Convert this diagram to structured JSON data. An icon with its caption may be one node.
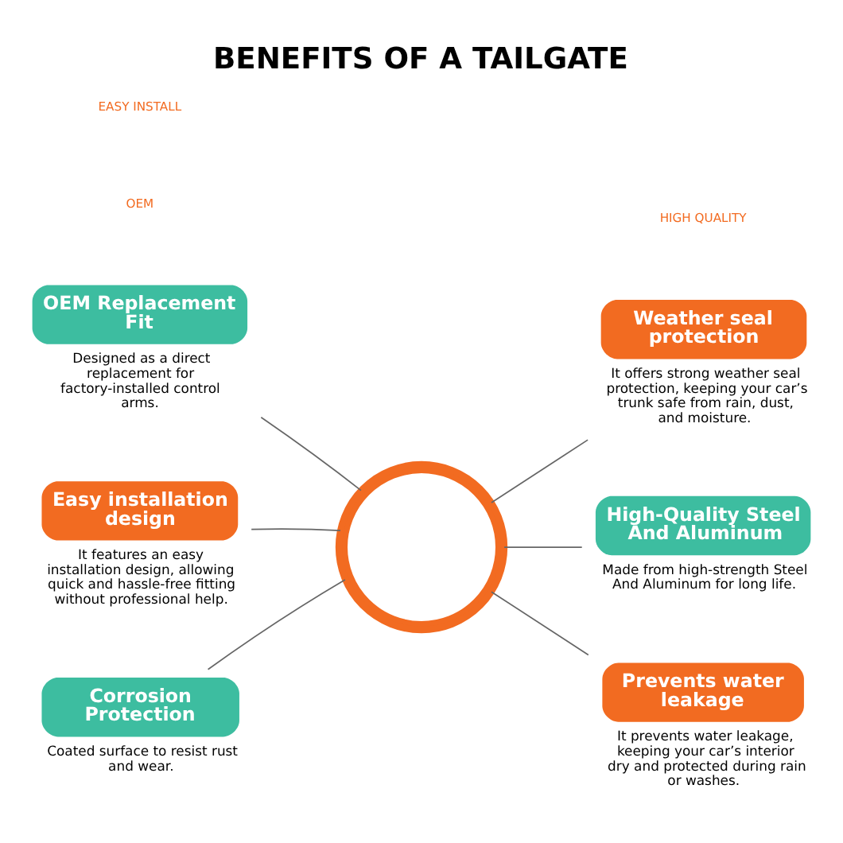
{
  "diagram": {
    "title": "BENEFITS OF A TAILGATE",
    "nodes": [
      {
        "text": [],
        "shape": "picture"
      },
      {
        "text": [
          "OEM Replacement Fit"
        ],
        "beside": [
          "Designed as a direct replacement for factory-installed control arms."
        ]
      },
      {
        "text": [
          "Weather seal protection"
        ],
        "beside": [
          "It offers strong weather seal protection, keeping your car’s trunk safe from rain, dust, and moisture."
        ]
      },
      {
        "text": [
          "Easy installation design"
        ],
        "beside": [
          "It features an easy installation design, allowing quick and hassle-free fitting without professional help."
        ]
      },
      {
        "text": [
          "High-Quality Steel And Aluminum"
        ],
        "beside": [
          "Made from high-strength Steel And Aluminum for long life."
        ]
      },
      {
        "text": [
          "Corrosion Protection"
        ],
        "beside": [
          "Coated surface to resist rust and wear."
        ]
      },
      {
        "text": [
          "Prevents water leakage"
        ],
        "beside": [
          "It prevents water leakage, keeping your car’s interior dry and protected during rain or washes."
        ]
      }
    ],
    "edges": [
      {
        "from": 0,
        "to": 1,
        "arrow": "none"
      },
      {
        "from": 0,
        "to": 2,
        "arrow": "none"
      },
      {
        "from": 0,
        "to": 3,
        "arrow": "none"
      },
      {
        "from": 0,
        "to": 4,
        "arrow": "none"
      },
      {
        "from": 0,
        "to": 5,
        "arrow": "none"
      },
      {
        "from": 0,
        "to": 6,
        "arrow": "none"
      }
    ],
    "labels": [
      "OEM",
      "EASY INSTALL",
      "HIGH QUALITY"
    ]
  }
}
